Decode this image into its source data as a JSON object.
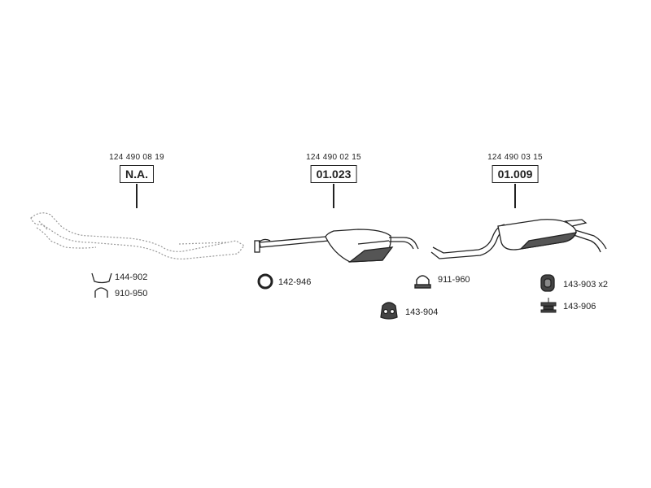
{
  "sections": [
    {
      "oem": "124 490 08 19",
      "code": "N.A."
    },
    {
      "oem": "124 490 02 15",
      "code": "01.023"
    },
    {
      "oem": "124 490 03 15",
      "code": "01.009"
    }
  ],
  "parts": [
    {
      "icon": "hanger-clamp-icon",
      "label": "144-902"
    },
    {
      "icon": "u-bracket-icon",
      "label": "910-950"
    },
    {
      "icon": "gasket-ring-icon",
      "label": "142-946"
    },
    {
      "icon": "pipe-clamp-icon",
      "label": "911-960"
    },
    {
      "icon": "rubber-mount-icon",
      "label": "143-904"
    },
    {
      "icon": "rubber-block-icon",
      "label": "143-903 x2"
    },
    {
      "icon": "stacked-mount-icon",
      "label": "143-906"
    }
  ],
  "colors": {
    "line": "#222222",
    "shade": "#555555",
    "faint": "#999999"
  }
}
